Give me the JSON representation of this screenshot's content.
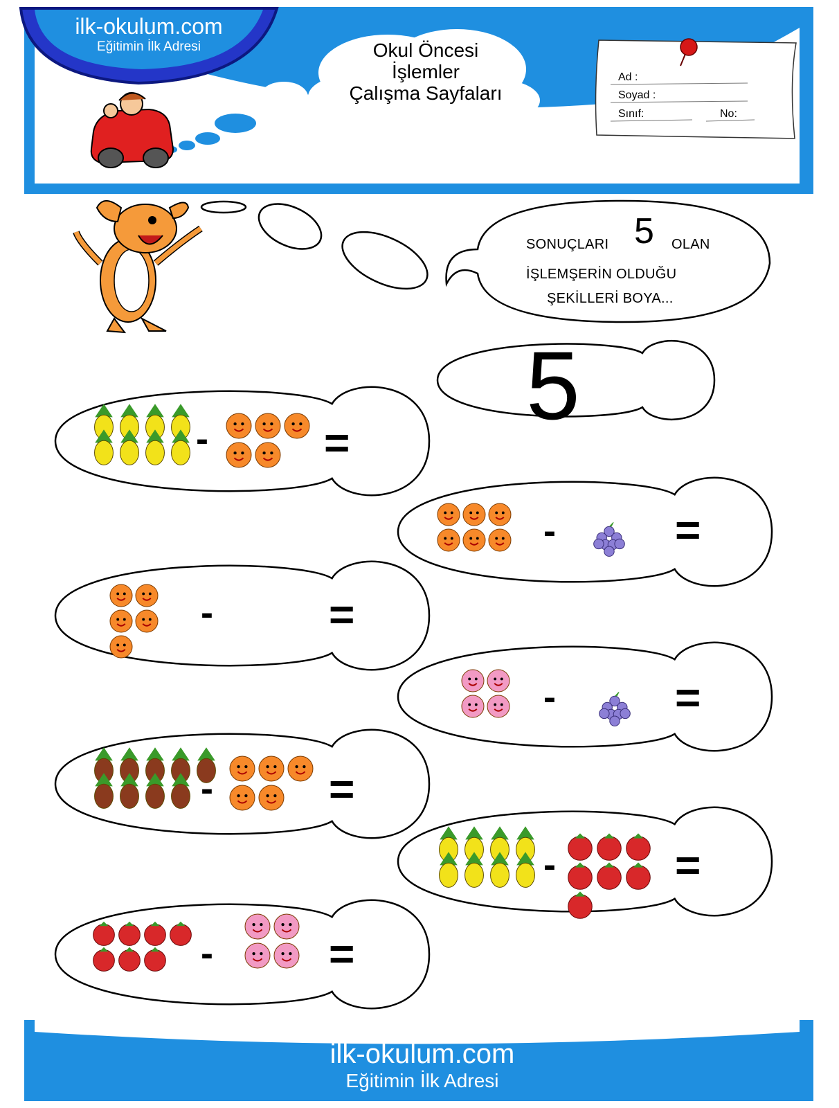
{
  "header": {
    "site_url": "ilk-okulum.com",
    "site_tagline": "Eğitimin İlk Adresi",
    "title_lines": [
      "Okul Öncesi",
      "İşlemler",
      "Çalışma Sayfaları"
    ]
  },
  "student_form": {
    "name_label": "Ad :",
    "surname_label": "Soyad :",
    "class_label": "Sınıf:",
    "number_label": "No:"
  },
  "instruction": {
    "line1_before": "SONUÇLARI",
    "target_number": "5",
    "line1_after": "OLAN",
    "line2": "İŞLEMŞERİN OLDUĞU",
    "line3": "ŞEKİLLERİ BOYA..."
  },
  "target_fish_number": "5",
  "operator_minus": "-",
  "operator_equals": "=",
  "fruit_colors": {
    "pineapple": "#f2e21a",
    "orange": "#f7892a",
    "grape": "#8c7fd6",
    "grapefruit": "#f29ac4",
    "strawberry": "#d8282a",
    "brown_pineapple": "#8a3a1e"
  },
  "problems": [
    {
      "left_fruit": "pineapple",
      "left_count": 8,
      "right_fruit": "orange",
      "right_count": 5
    },
    {
      "left_fruit": "orange",
      "left_count": 6,
      "right_fruit": "grape",
      "right_count": 1
    },
    {
      "left_fruit": "orange",
      "left_count": 5,
      "right_fruit": "orange",
      "right_count": 0
    },
    {
      "left_fruit": "grapefruit",
      "left_count": 4,
      "right_fruit": "grape",
      "right_count": 1
    },
    {
      "left_fruit": "brown_pineapple",
      "left_count": 9,
      "right_fruit": "orange",
      "right_count": 5
    },
    {
      "left_fruit": "pineapple",
      "left_count": 8,
      "right_fruit": "strawberry",
      "right_count": 7
    },
    {
      "left_fruit": "strawberry",
      "left_count": 7,
      "right_fruit": "grapefruit",
      "right_count": 4
    }
  ],
  "footer": {
    "site_url": "ilk-okulum.com",
    "site_tagline": "Eğitimin İlk Adresi"
  }
}
